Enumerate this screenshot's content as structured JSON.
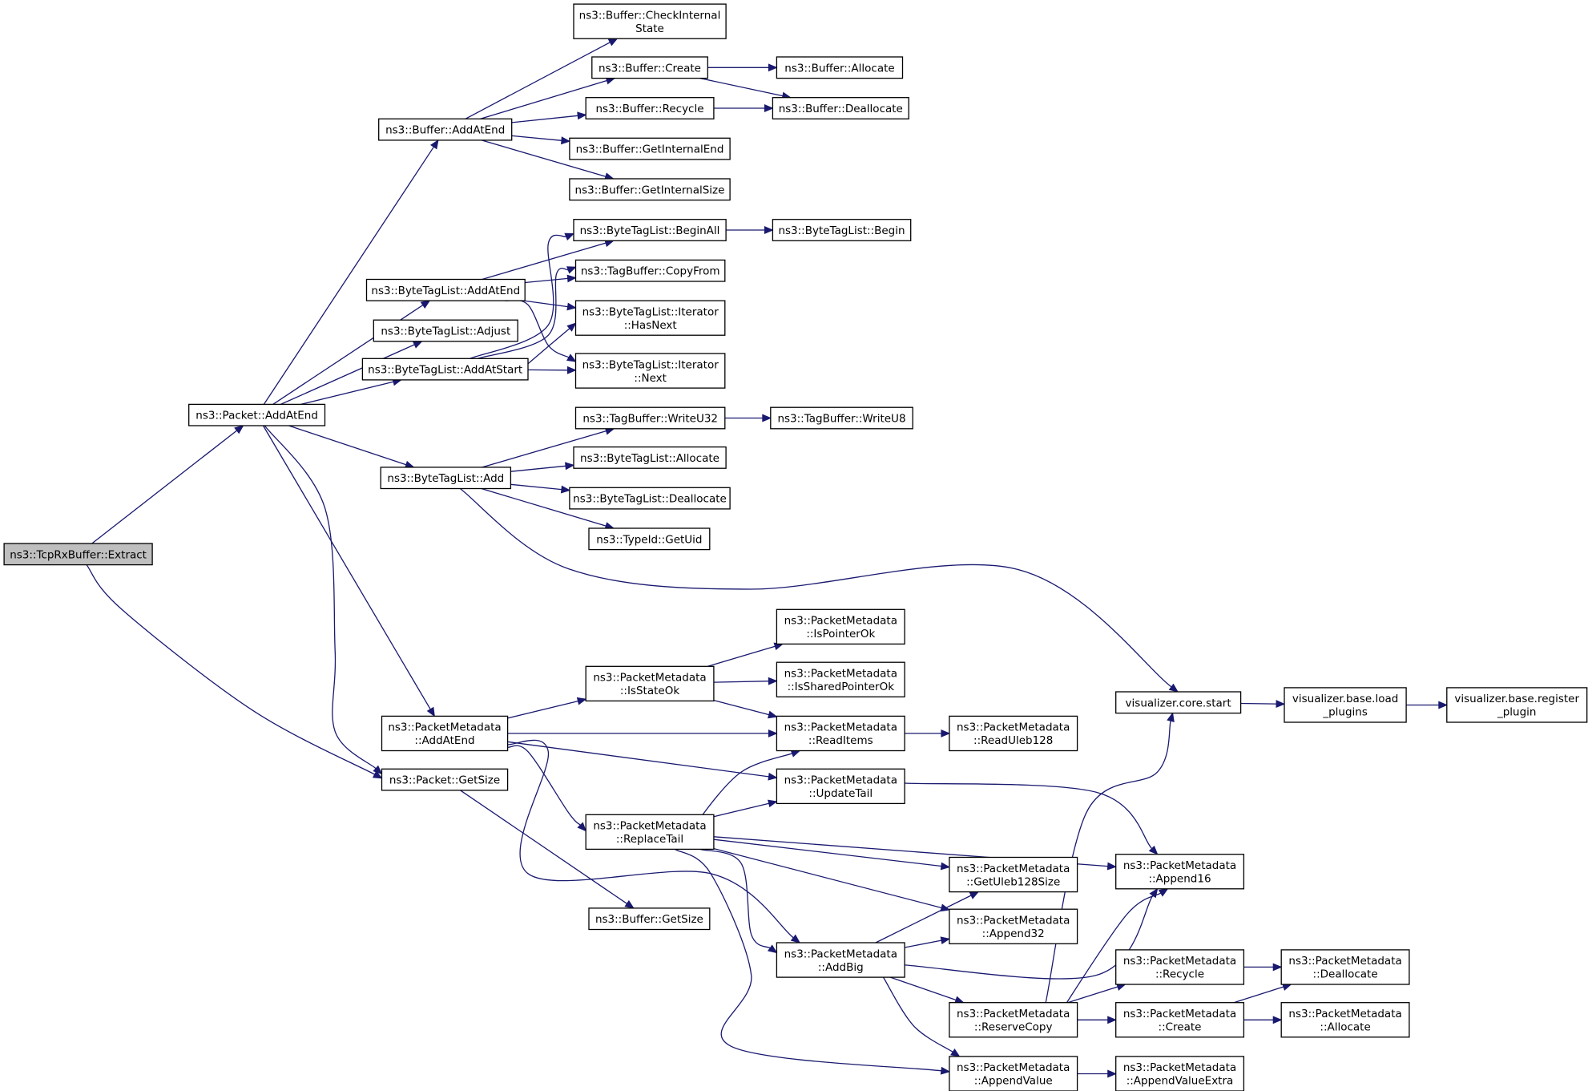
{
  "diagram": {
    "type": "call-graph",
    "colors": {
      "edge": "#191970",
      "root_fill": "#bfbfbf",
      "node_fill": "#ffffff",
      "node_border": "#000000"
    },
    "nodes": [
      {
        "id": "extract",
        "lines": [
          "ns3::TcpRxBuffer::Extract"
        ],
        "root": true
      },
      {
        "id": "pkt_addatend",
        "lines": [
          "ns3::Packet::AddAtEnd"
        ]
      },
      {
        "id": "pkt_getsize",
        "lines": [
          "ns3::Packet::GetSize"
        ]
      },
      {
        "id": "buf_addatend",
        "lines": [
          "ns3::Buffer::AddAtEnd"
        ]
      },
      {
        "id": "buf_checkinternal",
        "lines": [
          "ns3::Buffer::CheckInternal",
          "State"
        ]
      },
      {
        "id": "buf_create",
        "lines": [
          "ns3::Buffer::Create"
        ]
      },
      {
        "id": "buf_recycle",
        "lines": [
          "ns3::Buffer::Recycle"
        ]
      },
      {
        "id": "buf_getinternalend",
        "lines": [
          "ns3::Buffer::GetInternalEnd"
        ]
      },
      {
        "id": "buf_getinternalsize",
        "lines": [
          "ns3::Buffer::GetInternalSize"
        ]
      },
      {
        "id": "buf_allocate",
        "lines": [
          "ns3::Buffer::Allocate"
        ]
      },
      {
        "id": "buf_deallocate",
        "lines": [
          "ns3::Buffer::Deallocate"
        ]
      },
      {
        "id": "btl_addatend",
        "lines": [
          "ns3::ByteTagList::AddAtEnd"
        ]
      },
      {
        "id": "btl_adjust",
        "lines": [
          "ns3::ByteTagList::Adjust"
        ]
      },
      {
        "id": "btl_addatstart",
        "lines": [
          "ns3::ByteTagList::AddAtStart"
        ]
      },
      {
        "id": "btl_add",
        "lines": [
          "ns3::ByteTagList::Add"
        ]
      },
      {
        "id": "btl_beginall",
        "lines": [
          "ns3::ByteTagList::BeginAll"
        ]
      },
      {
        "id": "btl_begin",
        "lines": [
          "ns3::ByteTagList::Begin"
        ]
      },
      {
        "id": "tb_copyfrom",
        "lines": [
          "ns3::TagBuffer::CopyFrom"
        ]
      },
      {
        "id": "btl_it_hasnext",
        "lines": [
          "ns3::ByteTagList::Iterator",
          "::HasNext"
        ]
      },
      {
        "id": "btl_it_next",
        "lines": [
          "ns3::ByteTagList::Iterator",
          "::Next"
        ]
      },
      {
        "id": "tb_writeu32",
        "lines": [
          "ns3::TagBuffer::WriteU32"
        ]
      },
      {
        "id": "tb_writeu8",
        "lines": [
          "ns3::TagBuffer::WriteU8"
        ]
      },
      {
        "id": "btl_allocate",
        "lines": [
          "ns3::ByteTagList::Allocate"
        ]
      },
      {
        "id": "btl_deallocate",
        "lines": [
          "ns3::ByteTagList::Deallocate"
        ]
      },
      {
        "id": "typeid_getuid",
        "lines": [
          "ns3::TypeId::GetUid"
        ]
      },
      {
        "id": "vis_start",
        "lines": [
          "visualizer.core.start"
        ]
      },
      {
        "id": "vis_load",
        "lines": [
          "visualizer.base.load",
          "_plugins"
        ]
      },
      {
        "id": "vis_register",
        "lines": [
          "visualizer.base.register",
          "_plugin"
        ]
      },
      {
        "id": "pm_addatend",
        "lines": [
          "ns3::PacketMetadata",
          "::AddAtEnd"
        ]
      },
      {
        "id": "pm_isstateok",
        "lines": [
          "ns3::PacketMetadata",
          "::IsStateOk"
        ]
      },
      {
        "id": "pm_ispointerok",
        "lines": [
          "ns3::PacketMetadata",
          "::IsPointerOk"
        ]
      },
      {
        "id": "pm_issharedpointerok",
        "lines": [
          "ns3::PacketMetadata",
          "::IsSharedPointerOk"
        ]
      },
      {
        "id": "pm_readitems",
        "lines": [
          "ns3::PacketMetadata",
          "::ReadItems"
        ]
      },
      {
        "id": "pm_readuleb128",
        "lines": [
          "ns3::PacketMetadata",
          "::ReadUleb128"
        ]
      },
      {
        "id": "pm_updatetail",
        "lines": [
          "ns3::PacketMetadata",
          "::UpdateTail"
        ]
      },
      {
        "id": "pm_replacetail",
        "lines": [
          "ns3::PacketMetadata",
          "::ReplaceTail"
        ]
      },
      {
        "id": "pm_append16",
        "lines": [
          "ns3::PacketMetadata",
          "::Append16"
        ]
      },
      {
        "id": "pm_getuleb128size",
        "lines": [
          "ns3::PacketMetadata",
          "::GetUleb128Size"
        ]
      },
      {
        "id": "pm_append32",
        "lines": [
          "ns3::PacketMetadata",
          "::Append32"
        ]
      },
      {
        "id": "pm_addbig",
        "lines": [
          "ns3::PacketMetadata",
          "::AddBig"
        ]
      },
      {
        "id": "pm_recycle",
        "lines": [
          "ns3::PacketMetadata",
          "::Recycle"
        ]
      },
      {
        "id": "pm_deallocate",
        "lines": [
          "ns3::PacketMetadata",
          "::Deallocate"
        ]
      },
      {
        "id": "pm_reservecopy",
        "lines": [
          "ns3::PacketMetadata",
          "::ReserveCopy"
        ]
      },
      {
        "id": "pm_create",
        "lines": [
          "ns3::PacketMetadata",
          "::Create"
        ]
      },
      {
        "id": "pm_allocate",
        "lines": [
          "ns3::PacketMetadata",
          "::Allocate"
        ]
      },
      {
        "id": "pm_appendvalue",
        "lines": [
          "ns3::PacketMetadata",
          "::AppendValue"
        ]
      },
      {
        "id": "pm_appendvalueextra",
        "lines": [
          "ns3::PacketMetadata",
          "::AppendValueExtra"
        ]
      },
      {
        "id": "buf_getsize",
        "lines": [
          "ns3::Buffer::GetSize"
        ]
      }
    ],
    "edges": [
      [
        "extract",
        "pkt_addatend"
      ],
      [
        "extract",
        "pkt_getsize"
      ],
      [
        "pkt_addatend",
        "buf_addatend"
      ],
      [
        "pkt_addatend",
        "btl_addatend"
      ],
      [
        "pkt_addatend",
        "btl_adjust"
      ],
      [
        "pkt_addatend",
        "btl_addatstart"
      ],
      [
        "pkt_addatend",
        "btl_add"
      ],
      [
        "pkt_addatend",
        "pm_addatend"
      ],
      [
        "pkt_addatend",
        "pkt_getsize"
      ],
      [
        "buf_addatend",
        "buf_checkinternal"
      ],
      [
        "buf_addatend",
        "buf_create"
      ],
      [
        "buf_addatend",
        "buf_recycle"
      ],
      [
        "buf_addatend",
        "buf_getinternalend"
      ],
      [
        "buf_addatend",
        "buf_getinternalsize"
      ],
      [
        "buf_create",
        "buf_allocate"
      ],
      [
        "buf_create",
        "buf_deallocate"
      ],
      [
        "buf_recycle",
        "buf_deallocate"
      ],
      [
        "btl_addatend",
        "btl_beginall"
      ],
      [
        "btl_addatend",
        "tb_copyfrom"
      ],
      [
        "btl_addatend",
        "btl_it_hasnext"
      ],
      [
        "btl_addatend",
        "btl_it_next"
      ],
      [
        "btl_addatstart",
        "btl_beginall"
      ],
      [
        "btl_addatstart",
        "tb_copyfrom"
      ],
      [
        "btl_addatstart",
        "btl_it_hasnext"
      ],
      [
        "btl_addatstart",
        "btl_it_next"
      ],
      [
        "btl_beginall",
        "btl_begin"
      ],
      [
        "btl_add",
        "tb_writeu32"
      ],
      [
        "btl_add",
        "btl_allocate"
      ],
      [
        "btl_add",
        "btl_deallocate"
      ],
      [
        "btl_add",
        "typeid_getuid"
      ],
      [
        "btl_add",
        "vis_start"
      ],
      [
        "tb_writeu32",
        "tb_writeu8"
      ],
      [
        "vis_start",
        "vis_load"
      ],
      [
        "vis_load",
        "vis_register"
      ],
      [
        "pm_addatend",
        "pm_isstateok"
      ],
      [
        "pm_addatend",
        "pm_readitems"
      ],
      [
        "pm_addatend",
        "pm_updatetail"
      ],
      [
        "pm_addatend",
        "pm_replacetail"
      ],
      [
        "pm_addatend",
        "pm_addbig"
      ],
      [
        "pm_isstateok",
        "pm_ispointerok"
      ],
      [
        "pm_isstateok",
        "pm_issharedpointerok"
      ],
      [
        "pm_isstateok",
        "pm_readitems"
      ],
      [
        "pm_readitems",
        "pm_readuleb128"
      ],
      [
        "pm_updatetail",
        "pm_append16"
      ],
      [
        "pm_replacetail",
        "pm_readitems"
      ],
      [
        "pm_replacetail",
        "pm_updatetail"
      ],
      [
        "pm_replacetail",
        "pm_append16"
      ],
      [
        "pm_replacetail",
        "pm_getuleb128size"
      ],
      [
        "pm_replacetail",
        "pm_append32"
      ],
      [
        "pm_replacetail",
        "pm_addbig"
      ],
      [
        "pm_replacetail",
        "pm_appendvalue"
      ],
      [
        "pm_addbig",
        "pm_getuleb128size"
      ],
      [
        "pm_addbig",
        "pm_append32"
      ],
      [
        "pm_addbig",
        "pm_append16"
      ],
      [
        "pm_addbig",
        "pm_reservecopy"
      ],
      [
        "pm_addbig",
        "pm_appendvalue"
      ],
      [
        "pm_reservecopy",
        "vis_start"
      ],
      [
        "pm_reservecopy",
        "pm_append16"
      ],
      [
        "pm_reservecopy",
        "pm_recycle"
      ],
      [
        "pm_reservecopy",
        "pm_create"
      ],
      [
        "pm_recycle",
        "pm_deallocate"
      ],
      [
        "pm_create",
        "pm_deallocate"
      ],
      [
        "pm_create",
        "pm_allocate"
      ],
      [
        "pm_appendvalue",
        "pm_appendvalueextra"
      ],
      [
        "pkt_getsize",
        "buf_getsize"
      ]
    ]
  }
}
